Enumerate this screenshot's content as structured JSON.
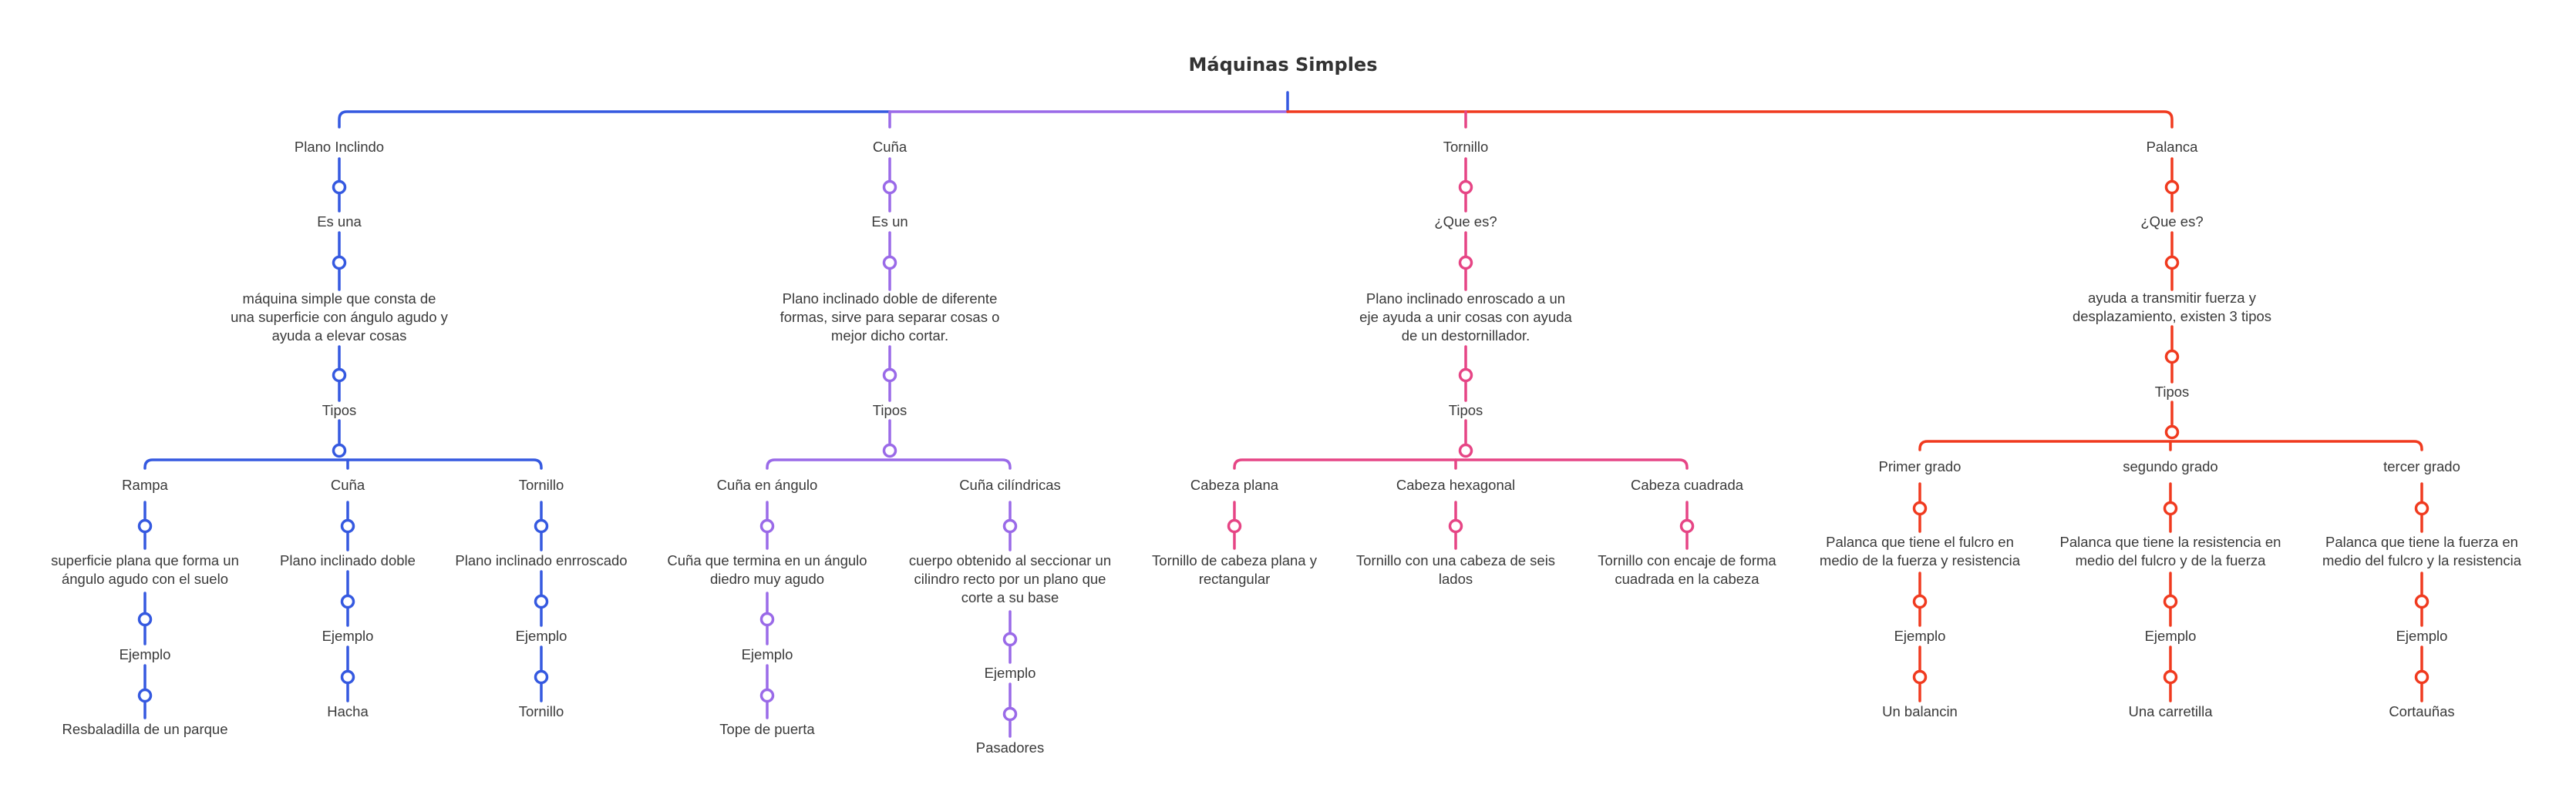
{
  "title": "Máquinas Simples",
  "colors": {
    "plano": "#3559e0",
    "cuna": "#9a6ae8",
    "tornillo": "#e64585",
    "palanca": "#f03a1f",
    "text": "#3a3a3a"
  },
  "branches": {
    "plano": {
      "root": "Plano Inclindo",
      "link1": "Es una",
      "desc": "máquina simple que consta de\nuna superficie con ángulo agudo y\nayuda a elevar cosas",
      "tipos": "Tipos",
      "types": [
        {
          "name": "Rampa",
          "desc": "superficie plana que forma un\nángulo agudo con el suelo",
          "ejemplo": "Ejemplo",
          "example": "Resbaladilla de un parque"
        },
        {
          "name": "Cuña",
          "desc": "Plano inclinado doble",
          "ejemplo": "Ejemplo",
          "example": "Hacha"
        },
        {
          "name": "Tornillo",
          "desc": "Plano inclinado enrroscado",
          "ejemplo": "Ejemplo",
          "example": "Tornillo"
        }
      ]
    },
    "cuna": {
      "root": "Cuña",
      "link1": "Es un",
      "desc": "Plano inclinado doble de diferente\nformas, sirve para separar cosas o\nmejor dicho cortar.",
      "tipos": "Tipos",
      "types": [
        {
          "name": "Cuña en ángulo",
          "desc": "Cuña que termina en un ángulo\ndiedro muy agudo",
          "ejemplo": "Ejemplo",
          "example": "Tope de puerta"
        },
        {
          "name": "Cuña cilíndricas",
          "desc": "cuerpo obtenido al seccionar un\ncilindro recto por un plano que\ncorte a su base",
          "ejemplo": "Ejemplo",
          "example": "Pasadores"
        }
      ]
    },
    "tornillo": {
      "root": "Tornillo",
      "link1": "¿Que es?",
      "desc": "Plano inclinado enroscado a un\neje ayuda a unir cosas con ayuda\nde un destornillador.",
      "tipos": "Tipos",
      "types": [
        {
          "name": "Cabeza plana",
          "desc": "Tornillo de cabeza plana y\nrectangular"
        },
        {
          "name": "Cabeza hexagonal",
          "desc": "Tornillo con una cabeza de seis\nlados"
        },
        {
          "name": "Cabeza cuadrada",
          "desc": "Tornillo con  encaje de forma\ncuadrada en la cabeza"
        }
      ]
    },
    "palanca": {
      "root": "Palanca",
      "link1": "¿Que es?",
      "desc": "ayuda a transmitir fuerza y\ndesplazamiento, existen 3 tipos",
      "tipos": "Tipos",
      "types": [
        {
          "name": "Primer grado",
          "desc": "Palanca que tiene el fulcro en\nmedio de la fuerza y resistencia",
          "ejemplo": "Ejemplo",
          "example": "Un balancin"
        },
        {
          "name": "segundo grado",
          "desc": "Palanca que tiene la resistencia en\nmedio del fulcro y de la fuerza",
          "ejemplo": "Ejemplo",
          "example": "Una carretilla"
        },
        {
          "name": "tercer grado",
          "desc": "Palanca que tiene la fuerza en\nmedio del fulcro  y la resistencia",
          "ejemplo": "Ejemplo",
          "example": "Cortauñas"
        }
      ]
    }
  }
}
